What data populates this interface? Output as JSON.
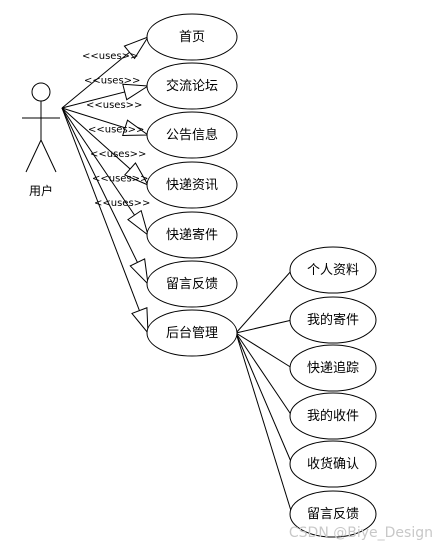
{
  "actor": {
    "name": "用户"
  },
  "stereotype": "<<uses>>",
  "use_cases": [
    {
      "id": "home",
      "label": "首页"
    },
    {
      "id": "forum",
      "label": "交流论坛"
    },
    {
      "id": "notice",
      "label": "公告信息"
    },
    {
      "id": "express-news",
      "label": "快递资讯"
    },
    {
      "id": "express-send",
      "label": "快递寄件"
    },
    {
      "id": "feedback",
      "label": "留言反馈"
    },
    {
      "id": "admin",
      "label": "后台管理"
    }
  ],
  "admin_children": [
    {
      "id": "profile",
      "label": "个人资料"
    },
    {
      "id": "my-sent",
      "label": "我的寄件"
    },
    {
      "id": "tracking",
      "label": "快递追踪"
    },
    {
      "id": "my-received",
      "label": "我的收件"
    },
    {
      "id": "receipt-confirm",
      "label": "收货确认"
    },
    {
      "id": "admin-feedback",
      "label": "留言反馈"
    }
  ],
  "watermark": "CSDN @Biye_Design",
  "colors": {
    "stroke": "#000000",
    "fill": "#ffffff",
    "watermark": "#c8c8c8"
  }
}
